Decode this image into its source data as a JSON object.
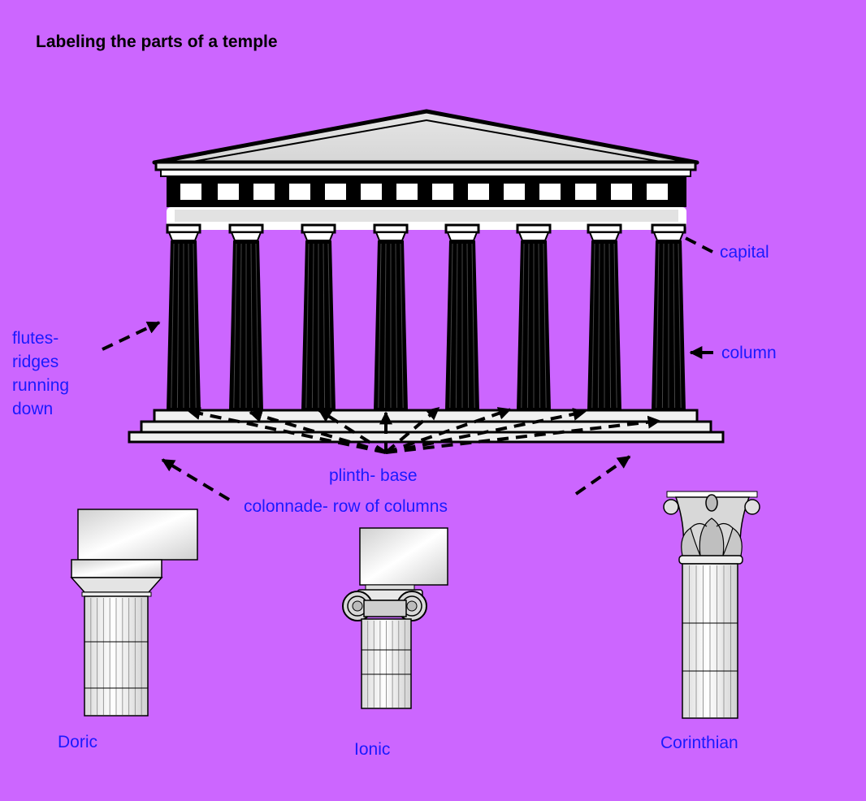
{
  "title": "Labeling the parts of a temple",
  "labels": {
    "capital": "capital",
    "column": "column",
    "flutes": [
      "flutes-",
      "ridges",
      "running",
      "down"
    ],
    "plinth": "plinth- base",
    "colonnade": "colonnade- row of columns",
    "doric": "Doric",
    "ionic": "Ionic",
    "corinthian": "Corinthian"
  },
  "colors": {
    "background": "#cc66ff",
    "label": "#1a1aff",
    "ink": "#000000"
  }
}
